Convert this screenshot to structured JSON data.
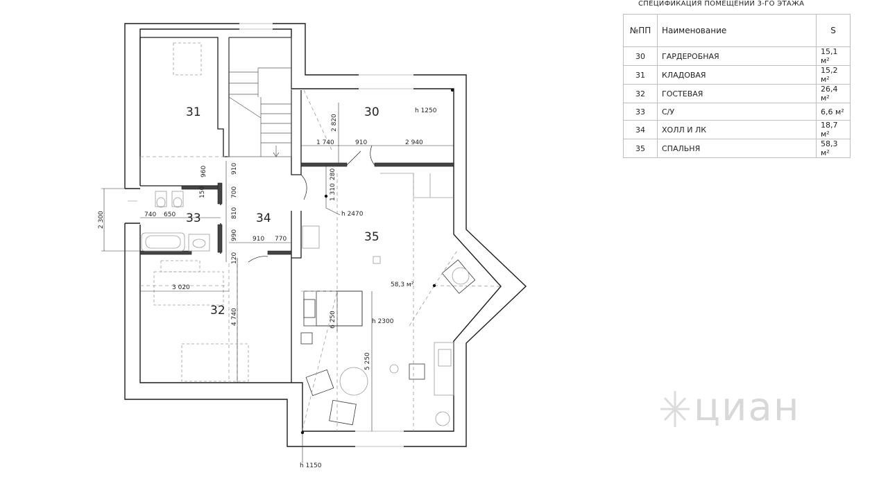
{
  "spec": {
    "title": "СПЕЦИФИКАЦИЯ ПОМЕЩЕНИЙ 3-ГО ЭТАЖА",
    "headers": {
      "num": "№ПП",
      "name": "Наименование",
      "area": "S"
    },
    "rows": [
      {
        "num": "30",
        "name": "ГАРДЕРОБНАЯ",
        "area": "15,1 м²"
      },
      {
        "num": "31",
        "name": "КЛАДОВАЯ",
        "area": "15,2 м²"
      },
      {
        "num": "32",
        "name": "ГОСТЕВАЯ",
        "area": "26,4 м²"
      },
      {
        "num": "33",
        "name": "С/У",
        "area": "6,6 м²"
      },
      {
        "num": "34",
        "name": "ХОЛЛ И ЛК",
        "area": "18,7 м²"
      },
      {
        "num": "35",
        "name": "СПАЛЬНЯ",
        "area": "58,3 м²"
      }
    ]
  },
  "plan": {
    "rooms": {
      "r30": "30",
      "r31": "31",
      "r32": "32",
      "r33": "33",
      "r34": "34",
      "r35": "35"
    },
    "area35": "58,3 м²",
    "dims": {
      "d2820": "2 820",
      "d1740": "1 740",
      "d910a": "910",
      "d2940": "2 940",
      "d960": "960",
      "d910b": "910",
      "d280": "280",
      "d150": "150",
      "d700": "700",
      "d1310": "1 310",
      "d2300a": "2 300",
      "d740": "740",
      "d650": "650",
      "d810": "810",
      "d990": "990",
      "d910c": "910",
      "d770": "770",
      "d120": "120",
      "d3020": "3 020",
      "d4740": "4 740",
      "d6250": "6 250",
      "d5250": "5 250"
    },
    "heights": {
      "h1250": "h 1250",
      "h2470": "h 2470",
      "h2300": "h 2300",
      "h1150": "h 1150"
    }
  },
  "watermark": "циан"
}
